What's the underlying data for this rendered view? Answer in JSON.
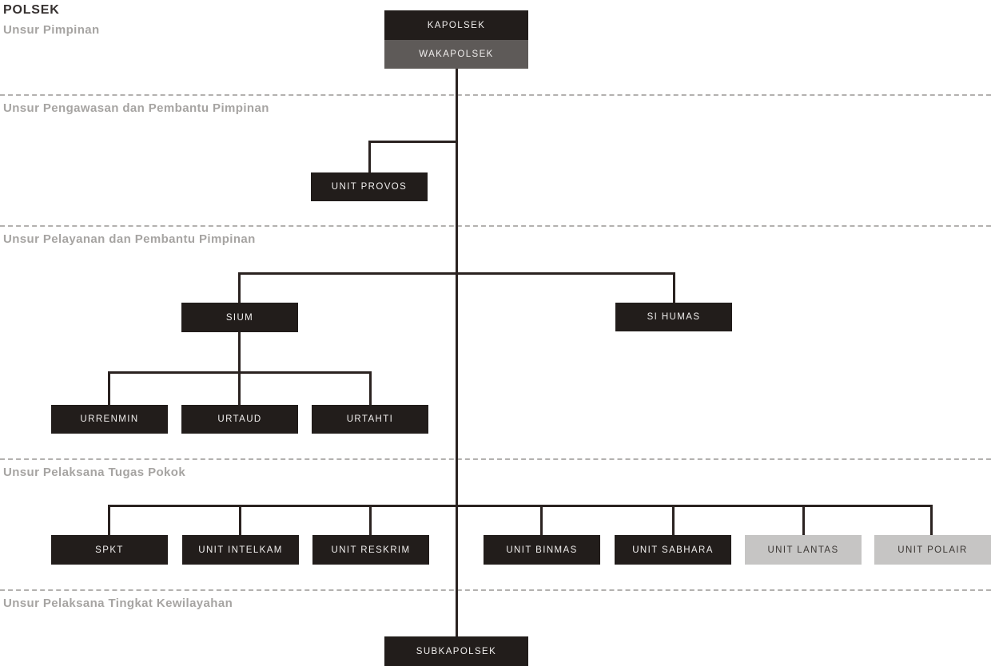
{
  "title": "POLSEK",
  "colors": {
    "background": "#ffffff",
    "node_dark": "#221d1b",
    "node_gray": "#5e5a58",
    "node_light": "#c6c5c4",
    "node_text_light": "#f1efee",
    "node_text_dark": "#3b3734",
    "connector_line": "#2a2220",
    "divider_dashed": "#b3b1af",
    "section_header_text": "#a6a4a2",
    "title_text": "#363130"
  },
  "sections": [
    {
      "label": "Unsur Pimpinan"
    },
    {
      "label": "Unsur Pengawasan dan Pembantu Pimpinan"
    },
    {
      "label": "Unsur Pelayanan dan Pembantu Pimpinan"
    },
    {
      "label": "Unsur Pelaksana Tugas Pokok"
    },
    {
      "label": "Unsur Pelaksana Tingkat Kewilayahan"
    }
  ],
  "nodes": {
    "kapolsek": {
      "label": "KAPOLSEK",
      "section": "Unsur Pimpinan",
      "style": "dark"
    },
    "wakapolsek": {
      "label": "WAKAPOLSEK",
      "section": "Unsur Pimpinan",
      "style": "gray"
    },
    "unit_provos": {
      "label": "UNIT PROVOS",
      "section": "Unsur Pengawasan dan Pembantu Pimpinan",
      "style": "dark"
    },
    "sium": {
      "label": "SIUM",
      "section": "Unsur Pelayanan dan Pembantu Pimpinan",
      "style": "dark"
    },
    "si_humas": {
      "label": "SI HUMAS",
      "section": "Unsur Pelayanan dan Pembantu Pimpinan",
      "style": "dark"
    },
    "urrenmin": {
      "label": "URRENMIN",
      "section": "Unsur Pelayanan dan Pembantu Pimpinan",
      "style": "dark"
    },
    "urtaud": {
      "label": "URTAUD",
      "section": "Unsur Pelayanan dan Pembantu Pimpinan",
      "style": "dark"
    },
    "urtahti": {
      "label": "URTAHTI",
      "section": "Unsur Pelayanan dan Pembantu Pimpinan",
      "style": "dark"
    },
    "spkt": {
      "label": "SPKT",
      "section": "Unsur Pelaksana Tugas Pokok",
      "style": "dark"
    },
    "unit_intelkam": {
      "label": "UNIT INTELKAM",
      "section": "Unsur Pelaksana Tugas Pokok",
      "style": "dark"
    },
    "unit_reskrim": {
      "label": "UNIT RESKRIM",
      "section": "Unsur Pelaksana Tugas Pokok",
      "style": "dark"
    },
    "unit_binmas": {
      "label": "UNIT BINMAS",
      "section": "Unsur Pelaksana Tugas Pokok",
      "style": "dark"
    },
    "unit_sabhara": {
      "label": "UNIT SABHARA",
      "section": "Unsur Pelaksana Tugas Pokok",
      "style": "dark"
    },
    "unit_lantas": {
      "label": "UNIT LANTAS",
      "section": "Unsur Pelaksana Tugas Pokok",
      "style": "light"
    },
    "unit_polair": {
      "label": "UNIT POLAIR",
      "section": "Unsur Pelaksana Tugas Pokok",
      "style": "light"
    },
    "subkapolsek": {
      "label": "SUBKAPOLSEK",
      "section": "Unsur Pelaksana Tingkat Kewilayahan",
      "style": "dark"
    }
  }
}
